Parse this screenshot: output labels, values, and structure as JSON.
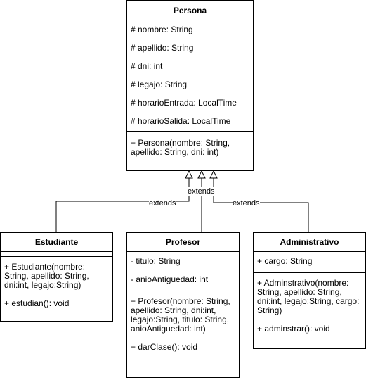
{
  "stereotype_label": "extends",
  "classes": {
    "persona": {
      "name": "Persona",
      "attributes": [
        "# nombre: String",
        "# apellido: String",
        "# dni: int",
        "# legajo: String",
        "# horarioEntrada: LocalTime",
        "# horarioSalida: LocalTime"
      ],
      "operations": [
        "+ Persona(nombre: String, apellido: String, dni: int)"
      ]
    },
    "estudiante": {
      "name": "Estudiante",
      "attributes": [],
      "operations": [
        "+ Estudiante(nombre: String, apellido: String, dni:int, legajo:String)",
        "+ estudian(): void"
      ]
    },
    "profesor": {
      "name": "Profesor",
      "attributes": [
        "- titulo: String",
        "- anioAntiguedad: int"
      ],
      "operations": [
        "+ Profesor(nombre: String, apellido: String, dni:int, legajo:String, titulo: String, anioAntiguedad: int)",
        "+ darClase(): void"
      ]
    },
    "administrativo": {
      "name": "Administrativo",
      "attributes": [
        "+ cargo: String"
      ],
      "operations": [
        "+ Adminstrativo(nombre: String, apellido: String, dni:int, legajo:String, cargo: String)",
        "+ adminstrar(): void"
      ]
    }
  }
}
